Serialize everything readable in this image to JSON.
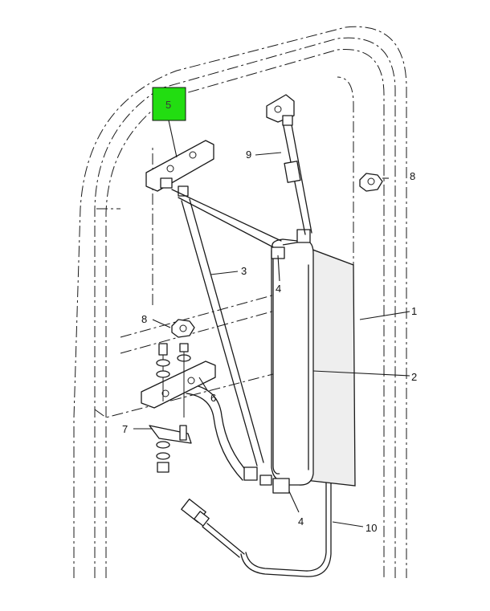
{
  "colors": {
    "highlight": "#22dd11",
    "ink": "#1a1a1a",
    "background": "#ffffff"
  },
  "callouts": {
    "c1": "1",
    "c2": "2",
    "c3": "3",
    "c4a": "4",
    "c4b": "4",
    "c5": "5",
    "c6": "6",
    "c7": "7",
    "c8a": "8",
    "c8b": "8",
    "c9": "9",
    "c10": "10"
  },
  "highlighted_callout": "5"
}
